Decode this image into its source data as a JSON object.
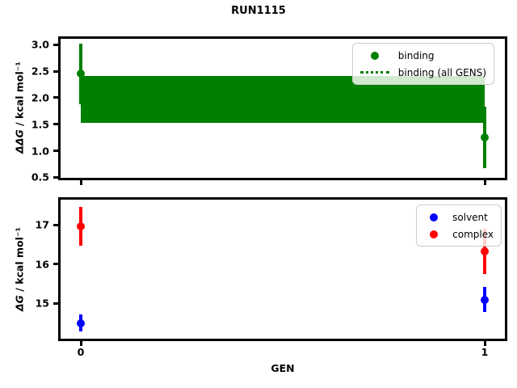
{
  "figure": {
    "title": "RUN1115",
    "xlabel": "GEN",
    "background": "#ffffff",
    "text_color": "#000000"
  },
  "chart_data": [
    {
      "type": "scatter",
      "subplot": "top",
      "ylabel_math": "ΔΔG",
      "ylabel_rest": " / kcal mol⁻¹",
      "xlabel": "",
      "xlim": [
        -0.05,
        1.05
      ],
      "ylim": [
        0.49,
        3.11
      ],
      "xtick_values": [
        0,
        1
      ],
      "xtick_labels": [
        "0",
        "1"
      ],
      "show_xtick_labels": false,
      "ytick_values": [
        0.5,
        1.0,
        1.5,
        2.0,
        2.5,
        3.0
      ],
      "ytick_labels": [
        "0.5",
        "1.0",
        "1.5",
        "2.0",
        "2.5",
        "3.0"
      ],
      "grid": false,
      "legend_position": "upper right",
      "series": [
        {
          "name": "binding",
          "color": "#008000",
          "marker": "circle",
          "x": [
            0,
            1
          ],
          "y": [
            2.45,
            1.25
          ],
          "yerr": [
            0.57,
            0.58
          ]
        }
      ],
      "band": {
        "name": "binding (all GENS)",
        "color": "#008000",
        "line_style": "dotted",
        "x_range": [
          0,
          1
        ],
        "y_center": 1.97,
        "y_low": 1.53,
        "y_high": 2.41
      },
      "legend": [
        {
          "label": "binding",
          "marker": "circle",
          "color": "#008000"
        },
        {
          "label": "binding (all GENS)",
          "marker": "dotted-line",
          "color": "#008000"
        }
      ]
    },
    {
      "type": "scatter",
      "subplot": "bottom",
      "ylabel_math": "ΔG",
      "ylabel_rest": " / kcal mol⁻¹",
      "xlabel": "GEN",
      "xlim": [
        -0.05,
        1.05
      ],
      "ylim": [
        14.1,
        17.65
      ],
      "xtick_values": [
        0,
        1
      ],
      "xtick_labels": [
        "0",
        "1"
      ],
      "show_xtick_labels": true,
      "ytick_values": [
        15,
        16,
        17
      ],
      "ytick_labels": [
        "15",
        "16",
        "17"
      ],
      "grid": false,
      "legend_position": "upper right",
      "series": [
        {
          "name": "solvent",
          "color": "#0000ff",
          "marker": "circle",
          "x": [
            0,
            1
          ],
          "y": [
            14.5,
            15.1
          ],
          "yerr": [
            0.22,
            0.32
          ]
        },
        {
          "name": "complex",
          "color": "#ff0000",
          "marker": "circle",
          "x": [
            0,
            1
          ],
          "y": [
            16.97,
            16.33
          ],
          "yerr": [
            0.5,
            0.57
          ]
        }
      ],
      "legend": [
        {
          "label": "solvent",
          "marker": "circle",
          "color": "#0000ff"
        },
        {
          "label": "complex",
          "marker": "circle",
          "color": "#ff0000"
        }
      ]
    }
  ]
}
